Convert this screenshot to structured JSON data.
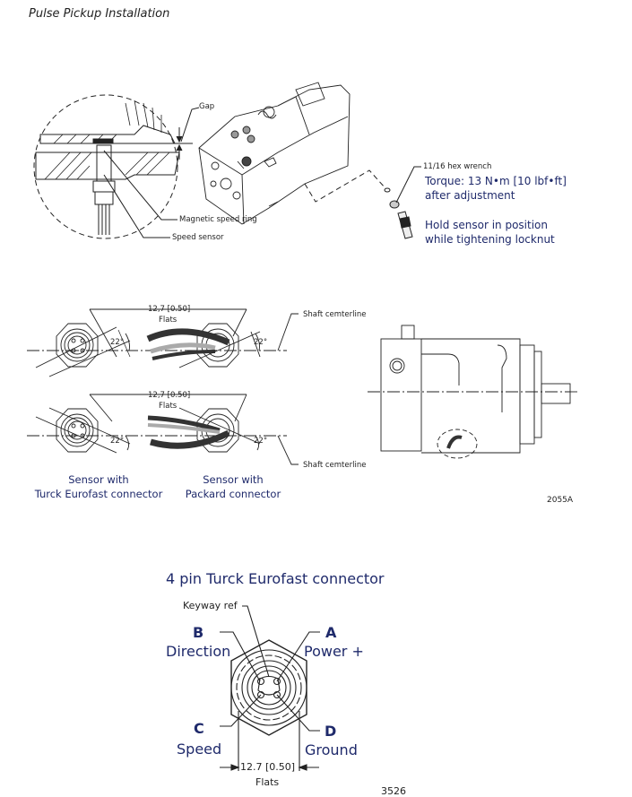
{
  "page": {
    "title": "Pulse Pickup Installation"
  },
  "figure_top": {
    "labels": {
      "gap": "Gap",
      "magnetic_ring": "Magnetic speed ring",
      "speed_sensor": "Speed sensor",
      "hex_wrench": "11/16 hex wrench"
    },
    "notes": {
      "torque_line1": "Torque:  13 N•m [10 lbf•ft]",
      "torque_line2": "after adjustment",
      "hold_line1": "Hold sensor in position",
      "hold_line2": "while tightening locknut"
    }
  },
  "figure_middle": {
    "flats_dim_top": "12,7 [0.50]",
    "flats_label_top": "Flats",
    "flats_dim_bottom": "12,7 [0.50]",
    "flats_label_bottom": "Flats",
    "angles": [
      "22°",
      "22°",
      "22°",
      "22°"
    ],
    "shaft_centerline_top": "Shaft cemterline",
    "shaft_centerline_bottom": "Shaft cemterline",
    "caption_left_line1": "Sensor with",
    "caption_left_line2": "Turck Eurofast connector",
    "caption_right_line1": "Sensor with",
    "caption_right_line2": "Packard connector",
    "figure_number": "2055A"
  },
  "figure_bottom": {
    "heading": "4 pin Turck Eurofast connector",
    "keyway": "Keyway ref",
    "pins": [
      {
        "letter": "A",
        "name": "Power +"
      },
      {
        "letter": "B",
        "name": "Direction"
      },
      {
        "letter": "C",
        "name": "Speed"
      },
      {
        "letter": "D",
        "name": "Ground"
      }
    ],
    "flats_dim": "12.7 [0.50]",
    "flats_label": "Flats",
    "figure_number": "3526"
  }
}
